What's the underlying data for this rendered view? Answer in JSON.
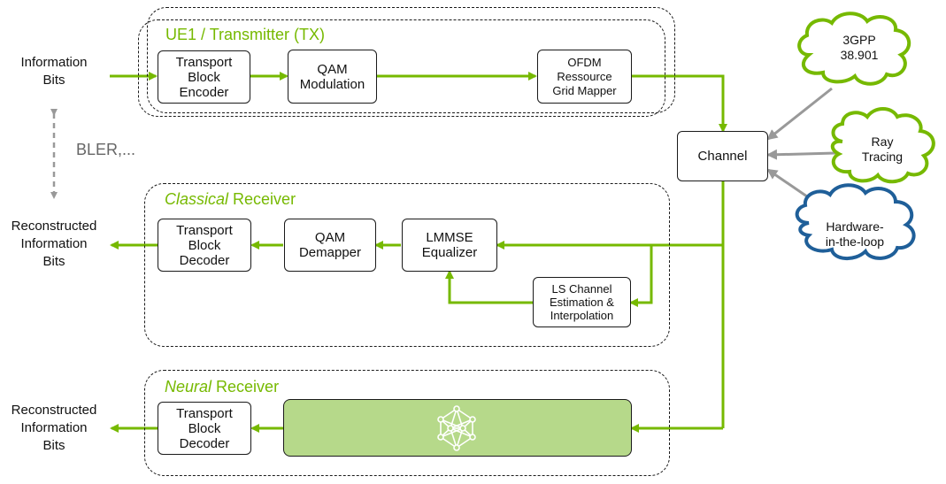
{
  "colors": {
    "accent": "#76b900",
    "neutral_arrow": "#999999",
    "nn_fill": "#b6d98a",
    "cloud_green": "#76b900",
    "cloud_blue": "#1f5f99"
  },
  "left_labels": {
    "info_bits": "Information\nBits",
    "bler": "BLER,...",
    "recon_classical": "Reconstructed\nInformation\nBits",
    "recon_neural": "Reconstructed\nInformation\nBits"
  },
  "transmitter": {
    "title": "UE1 / Transmitter (TX)",
    "tb_encoder": "Transport\nBlock\nEncoder",
    "qam_mod": "QAM\nModulation",
    "ofdm_mapper": "OFDM\nRessource\nGrid Mapper"
  },
  "channel": {
    "label": "Channel"
  },
  "sources": {
    "gpp": "3GPP\n38.901",
    "ray": "Ray\nTracing",
    "hil": "Hardware-\nin-the-loop"
  },
  "classical": {
    "title_emph": "Classical",
    "title_rest": " Receiver",
    "tb_decoder": "Transport\nBlock\nDecoder",
    "qam_demapper": "QAM\nDemapper",
    "lmmse": "LMMSE\nEqualizer",
    "ls_channel": "LS Channel\nEstimation &\nInterpolation"
  },
  "neural": {
    "title_emph": "Neural",
    "title_rest": " Receiver",
    "tb_decoder": "Transport\nBlock\nDecoder",
    "nn_icon": "neural-network-icon"
  }
}
